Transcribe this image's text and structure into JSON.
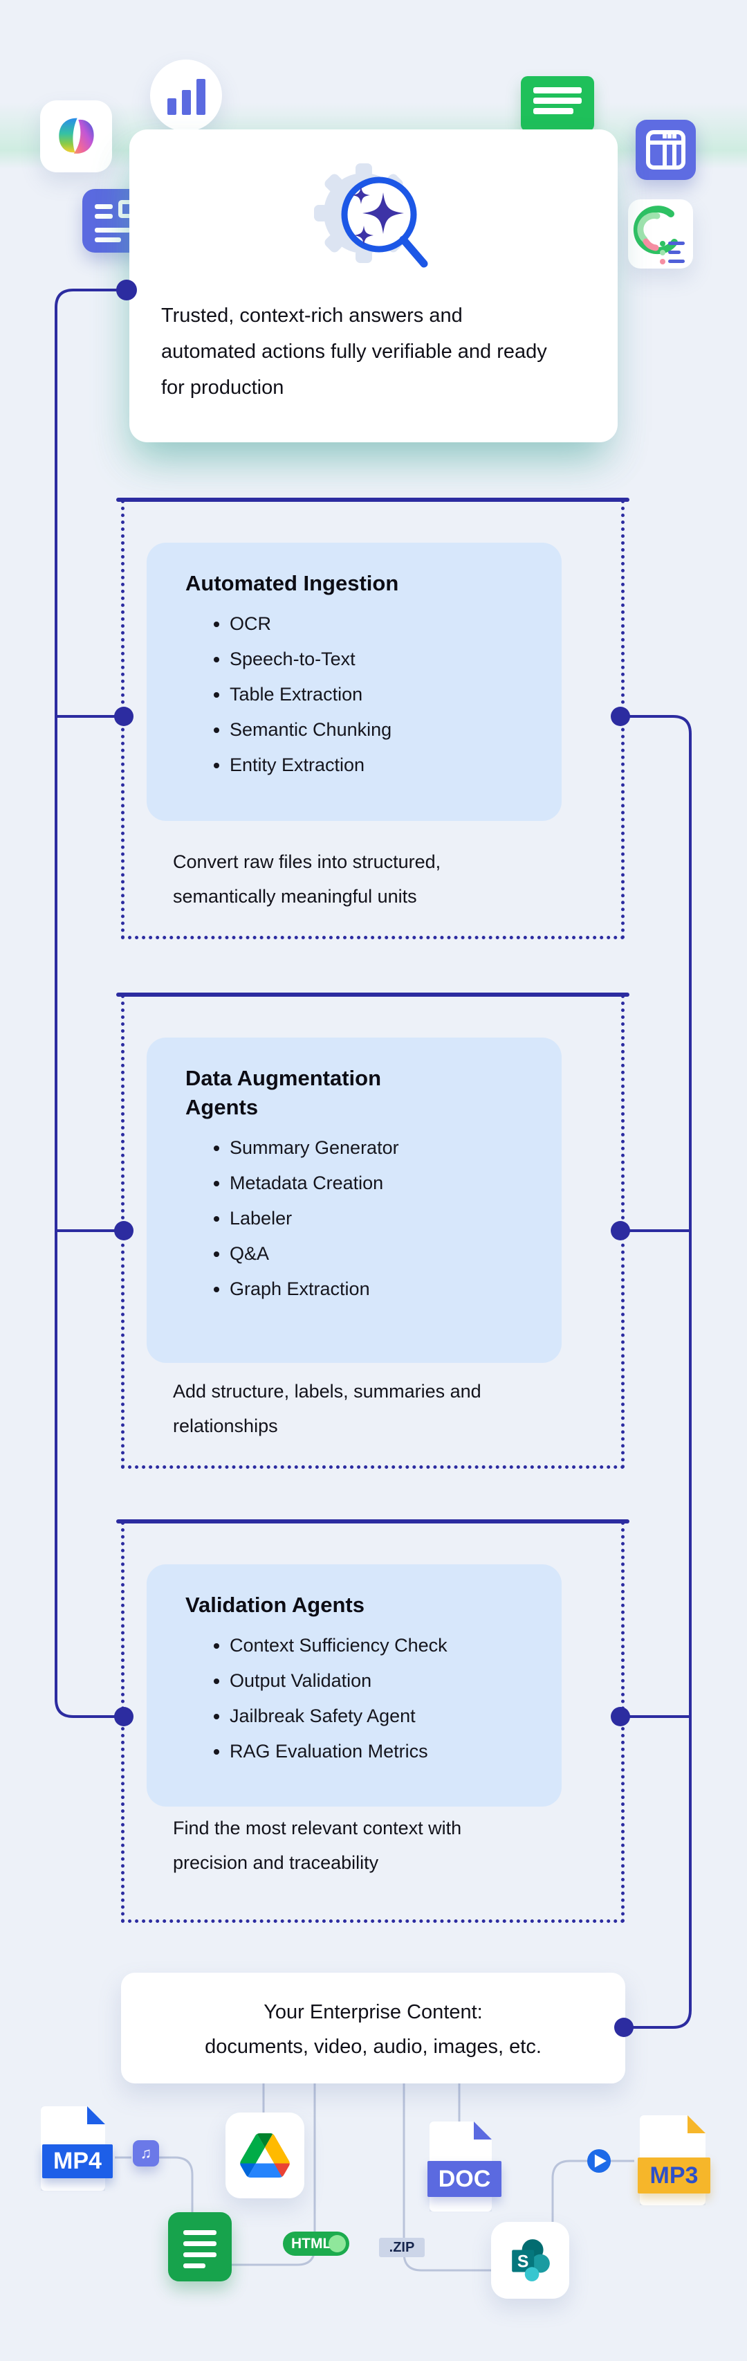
{
  "hero": {
    "description": "Trusted, context-rich answers and automated actions fully verifiable and ready for production",
    "icon": "gear-magnifier-sparkles"
  },
  "pipeline_boxes": [
    {
      "title": "Automated Ingestion",
      "bullets": [
        "OCR",
        "Speech-to-Text",
        "Table Extraction",
        "Semantic Chunking",
        "Entity Extraction"
      ],
      "caption": "Convert raw files into structured, semantically meaningful units"
    },
    {
      "title": "Data Augmentation Agents",
      "bullets": [
        "Summary Generator",
        "Metadata Creation",
        "Labeler",
        "Q&A",
        "Graph Extraction"
      ],
      "caption": "Add structure, labels, summaries and relationships"
    },
    {
      "title": "Validation Agents",
      "bullets": [
        "Context Sufficiency Check",
        "Output Validation",
        "Jailbreak Safety Agent",
        "RAG Evaluation Metrics"
      ],
      "caption": "Find the most relevant context with precision and traceability"
    }
  ],
  "enterprise": {
    "line1": "Your Enterprise Content:",
    "line2": "documents, video, audio, images, etc."
  },
  "file_badges": {
    "mp4": "MP4",
    "doc": "DOC",
    "mp3": "MP3",
    "zip": ".ZIP",
    "html": "HTML"
  },
  "glyphs": {
    "music_note": "♫",
    "sharepoint_letter": "S"
  },
  "icon_names": [
    "copilot-icon",
    "bar-chart-icon",
    "news-document-icon",
    "chat-bubble-icon",
    "table-icon",
    "gauge-report-icon",
    "gear-magnifier-sparkles-icon",
    "mp4-file-icon",
    "music-note-icon",
    "google-drive-icon",
    "green-document-icon",
    "html-badge",
    "zip-badge",
    "doc-file-icon",
    "sharepoint-icon",
    "play-button-icon",
    "mp3-file-icon"
  ],
  "colors": {
    "background": "#edf1f8",
    "connector_indigo": "#2c2ca0",
    "connector_gray": "#b9c3da",
    "inner_card_blue": "#d7e7fb",
    "periwinkle": "#5b6ae0",
    "green": "#1fc05a",
    "band_blue": "#1d5fe8",
    "band_amber": "#f6b62a",
    "mp3_text_blue": "#2d50c8",
    "magnifier_blue": "#1c57e6",
    "sparkle_indigo": "#3d33a6"
  }
}
